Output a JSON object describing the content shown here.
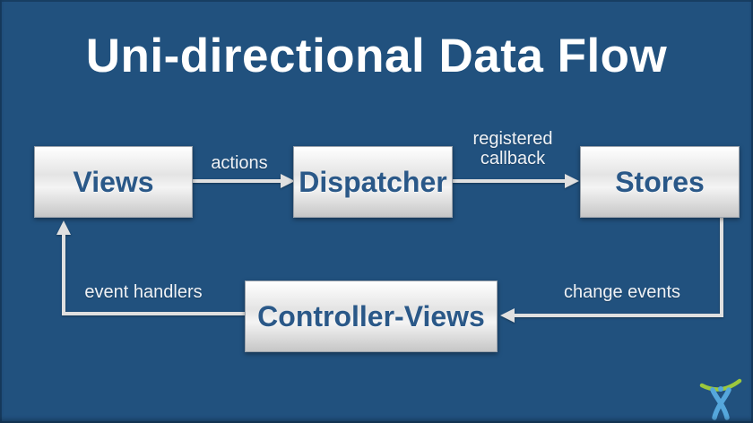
{
  "title": "Uni-directional Data Flow",
  "nodes": [
    {
      "id": "views",
      "label": "Views"
    },
    {
      "id": "dispatcher",
      "label": "Dispatcher"
    },
    {
      "id": "stores",
      "label": "Stores"
    },
    {
      "id": "controller_views",
      "label": "Controller-Views"
    }
  ],
  "edges": [
    {
      "from": "Views",
      "to": "Dispatcher",
      "label": "actions"
    },
    {
      "from": "Dispatcher",
      "to": "Stores",
      "label": "registered callback"
    },
    {
      "from": "Stores",
      "to": "Controller-Views",
      "label": "change events"
    },
    {
      "from": "Controller-Views",
      "to": "Views",
      "label": "event handlers"
    }
  ],
  "colors": {
    "background": "#21517e",
    "node_fill_top": "#ffffff",
    "node_fill_bottom": "#c6c6c6",
    "node_text": "#2a5888",
    "edge_line": "#e0e0e0",
    "edge_label_text": "#eff2f6",
    "title_text": "#ffffff",
    "logo_arc": "#9cc83d",
    "logo_figure": "#55a7dc"
  },
  "logo": {
    "name": "atlassian-logo"
  }
}
